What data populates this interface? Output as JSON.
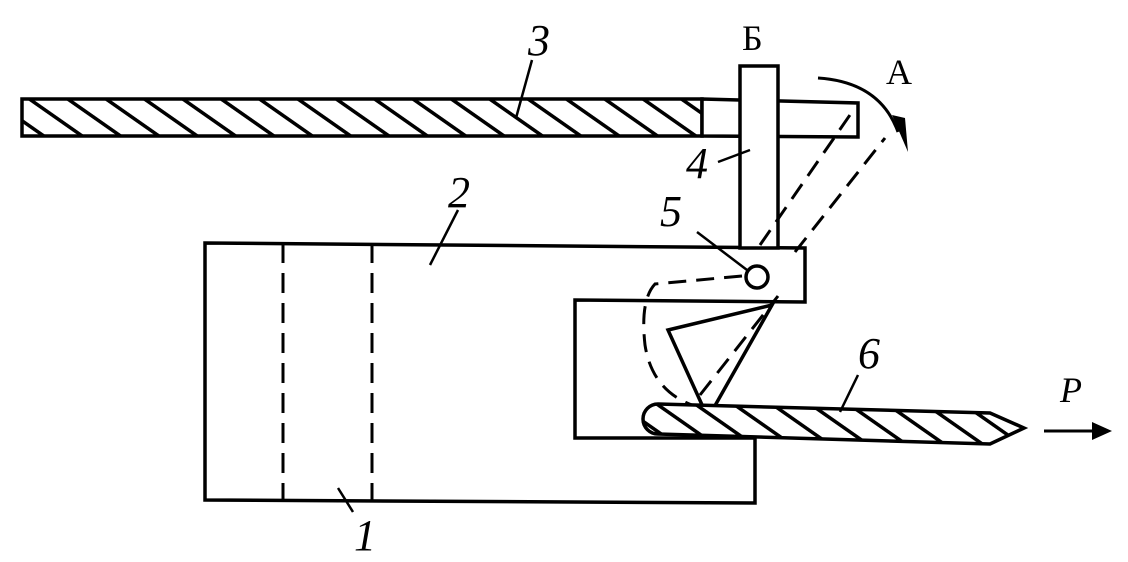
{
  "labels": {
    "part_1": "1",
    "part_2": "2",
    "part_3": "3",
    "part_4": "4",
    "part_5": "5",
    "part_6": "6",
    "point_a": "А",
    "point_b": "Б",
    "force_p": "Р"
  },
  "colors": {
    "ink": "#000000",
    "background": "#ffffff"
  }
}
